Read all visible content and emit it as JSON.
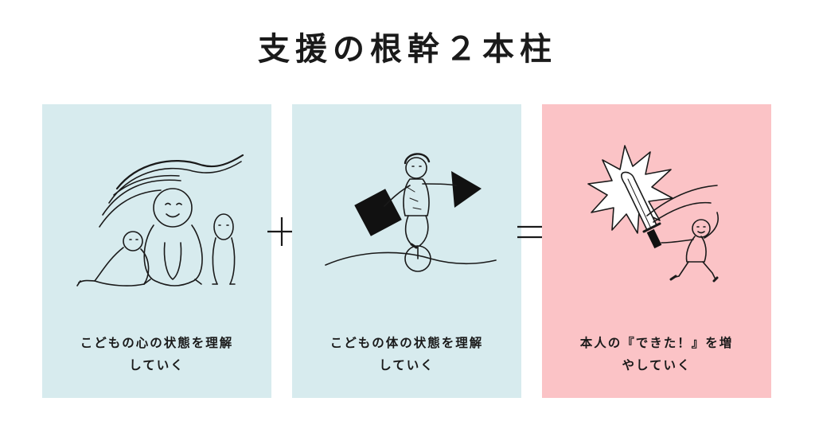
{
  "title": "支援の根幹２本柱",
  "pillars": [
    {
      "caption_line1": "こどもの心の状態を理解",
      "caption_line2": "していく",
      "bg_color": "#d7ebee",
      "illustration": "sitting-children-illustration"
    },
    {
      "caption_line1": "こどもの体の状態を理解",
      "caption_line2": "していく",
      "bg_color": "#d7ebee",
      "illustration": "unicycle-child-illustration"
    },
    {
      "caption_line1": "本人の『できた！』を増",
      "caption_line2": "やしていく",
      "bg_color": "#fbc3c6",
      "illustration": "sword-child-illustration"
    }
  ],
  "operators": {
    "plus": "plus-icon",
    "equals": "equals-icon"
  },
  "colors": {
    "card_blue": "#d7ebee",
    "card_pink": "#fbc3c6",
    "ink": "#1a1a1a"
  }
}
